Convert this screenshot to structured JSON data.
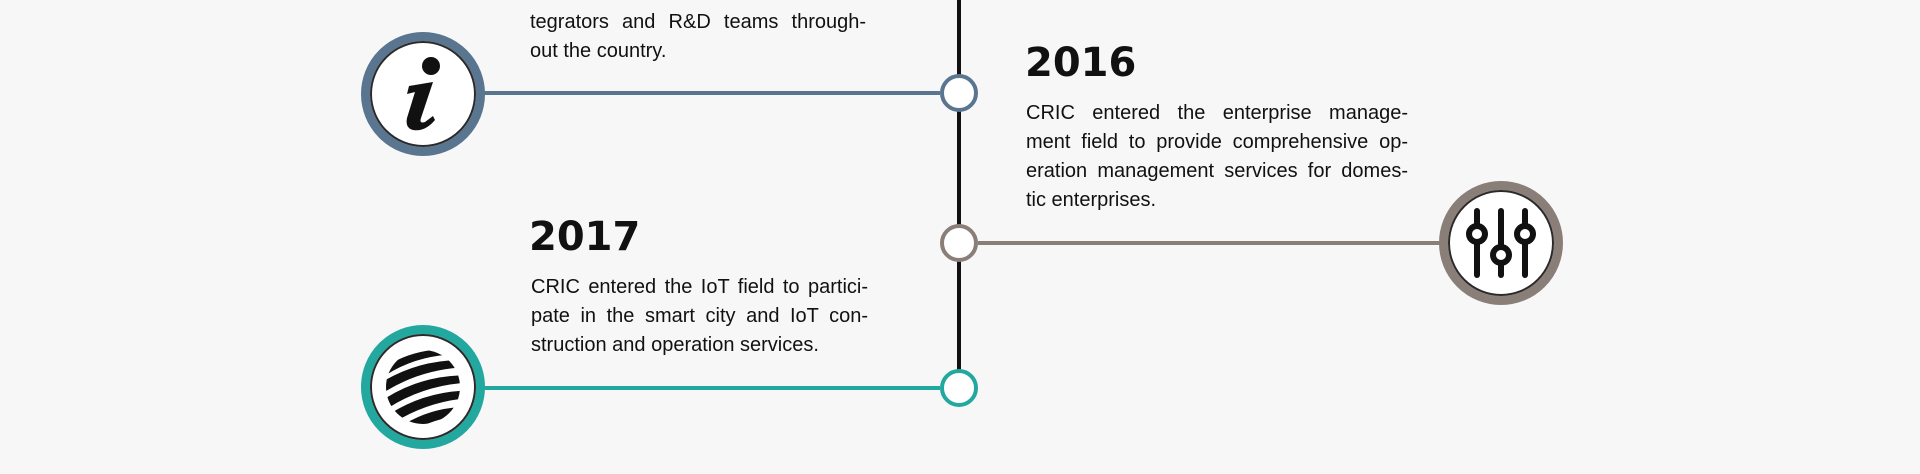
{
  "colors": {
    "background": "#f7f7f7",
    "spine": "#111111",
    "info_accent": "#5a7590",
    "sliders_accent": "#8a7e78",
    "globe_accent": "#22a89e"
  },
  "entries": [
    {
      "text": "tegrators and R&D teams throughout the country.",
      "text_lines": [
        "tegrators and R&D teams through-",
        "out the country."
      ],
      "icon": "info-icon"
    },
    {
      "year": "2016",
      "text": "CRIC entered the enterprise management field to provide comprehensive operation management services for domestic enterprises.",
      "text_lines": [
        "CRIC entered the enterprise manage-",
        "ment field to provide comprehensive op-",
        "eration management services for domes-",
        "tic enterprises."
      ],
      "icon": "sliders-icon"
    },
    {
      "year": "2017",
      "text": "CRIC entered the IoT field to participate in the smart city and IoT construction and operation services.",
      "text_lines": [
        "CRIC entered the IoT field to partici-",
        "pate in the smart city and IoT con-",
        "struction and operation services."
      ],
      "icon": "globe-icon"
    }
  ]
}
